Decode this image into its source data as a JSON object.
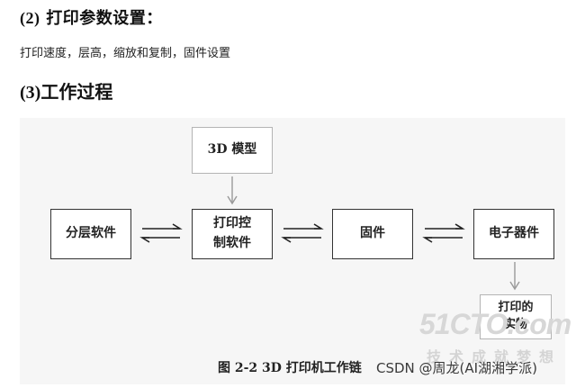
{
  "heading2": {
    "number": "(2)",
    "title": "打印参数设置："
  },
  "paragraph": "打印速度，层高，缩放和复制，固件设置",
  "heading3": {
    "number": "(3)",
    "title": "工作过程"
  },
  "diagram": {
    "nodes": {
      "model": "3D 模型",
      "slicer": "分层软件",
      "print_control_line1": "打印控",
      "print_control_line2": "制软件",
      "firmware": "固件",
      "electronics": "电子器件",
      "object_line1": "打印的",
      "object_line2": "实物"
    },
    "caption": "图 2-2    3D 打印机工作链"
  },
  "watermarks": {
    "logo": "51CTO.com",
    "logo_sub": "技术成就梦想",
    "credit": "CSDN @周龙(AI湖湘学派)"
  },
  "colors": {
    "box_border": "#333333",
    "light_border": "#b4b4b4",
    "figure_bg": "#f6f6f6"
  }
}
